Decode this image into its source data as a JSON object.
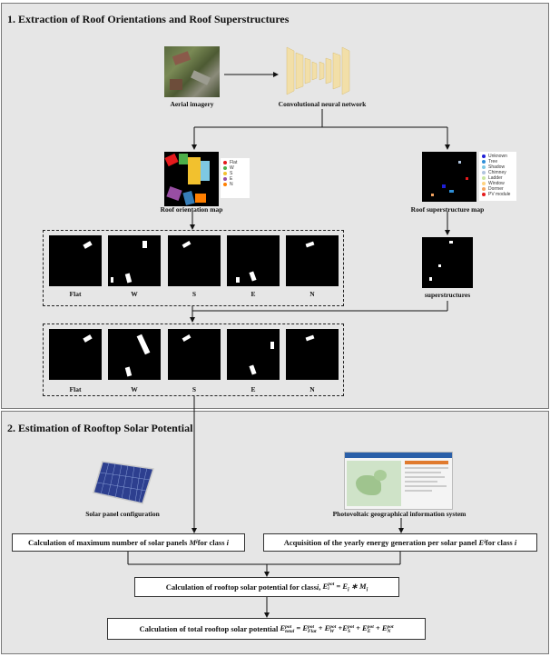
{
  "section1": {
    "title": "1. Extraction of Roof Orientations and Roof Superstructures"
  },
  "section2": {
    "title": "2. Estimation of Rooftop Solar Potential"
  },
  "inputs": {
    "aerial_label": "Aerial imagery",
    "cnn_label": "Convolutional neural network"
  },
  "orientation_map": {
    "label": "Roof orientation map",
    "legend": [
      {
        "name": "Flat",
        "color": "#e41a1c"
      },
      {
        "name": "W",
        "color": "#4daf4a"
      },
      {
        "name": "S",
        "color": "#f2c12e"
      },
      {
        "name": "E",
        "color": "#984ea3"
      },
      {
        "name": "N",
        "color": "#ff7f00"
      }
    ]
  },
  "superstructure_map": {
    "label": "Roof superstructure map",
    "legend": [
      {
        "name": "Unknown",
        "color": "#1f1fd6"
      },
      {
        "name": "Tree",
        "color": "#2f8fd8"
      },
      {
        "name": "Shadow",
        "color": "#7ec8e3"
      },
      {
        "name": "Chimney",
        "color": "#b0c4de"
      },
      {
        "name": "Ladder",
        "color": "#c8e6a0"
      },
      {
        "name": "Window",
        "color": "#ffd27f"
      },
      {
        "name": "Dormer",
        "color": "#f4a460"
      },
      {
        "name": "PV module",
        "color": "#e41a1c"
      }
    ]
  },
  "row1_labels": [
    "Flat",
    "W",
    "S",
    "E",
    "N"
  ],
  "superstructures_label": "superstructures",
  "row2_labels": [
    "Flat",
    "W",
    "S",
    "E",
    "N"
  ],
  "solar_panel_label": "Solar panel configuration",
  "pvgis_label": "Photovoltaic geographical information system",
  "box_max_panels": {
    "text": "Calculation of maximum number of solar panels",
    "math": "M",
    "sub": "i",
    "suffix": " for class ",
    "cls": "i"
  },
  "box_energy": {
    "text": "Acquisition of the yearly energy generation per solar panel",
    "math": "E",
    "sub": "i",
    "suffix": " for class ",
    "cls": "i"
  },
  "box_class_potential": {
    "text": "Calculation of rooftop solar potential for class ",
    "cls": "i",
    "formula": "E_i^pot = E_i * M_i"
  },
  "box_total_potential": {
    "text": "Calculation of total rooftop solar potential",
    "formula": "E_total^pot = E_Flat^pot + E_W^pot + E_S^pot + E_E^pot + E_N^pot"
  }
}
